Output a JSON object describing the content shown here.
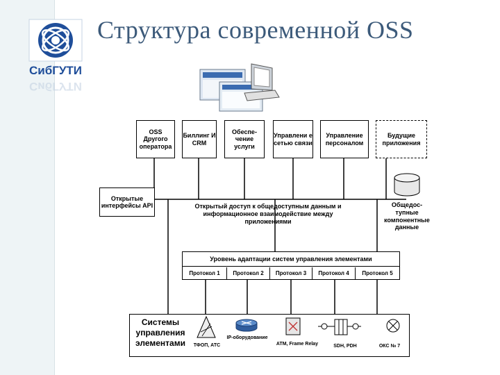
{
  "title": "Структура современной OSS",
  "logo": {
    "name": "СибГУТИ",
    "reflection": "СибГУТИ"
  },
  "top_boxes": [
    "OSS Другого оператора",
    "Биллинг И CRM",
    "Обеспе-чение услуги",
    "Управлени е сетью связи",
    "Управление персоналом",
    "Будущие приложения"
  ],
  "api_box": "Открытые интерфейсы API",
  "bus_text": "Открытый доступ к общедоступным данным и информационное взаимодействие между приложениями",
  "common_data": "Общедос-тупные компонентные данные",
  "adaptation_title": "Уровень адаптации систем управления элементами",
  "protocols": [
    "Протокол 1",
    "Протокол 2",
    "Протокол 3",
    "Протокол 4",
    "Протокол 5"
  ],
  "ems_title": "Системы управления элементами",
  "devices": [
    "ТФОП, АТС",
    "IP-оборудование",
    "ATM, Frame Relay",
    "SDH, PDH",
    "ОКС № 7"
  ],
  "colors": {
    "title": "#3c5a7a",
    "logo_blue": "#1f4e9a",
    "sidebar": "#eef4f6"
  }
}
